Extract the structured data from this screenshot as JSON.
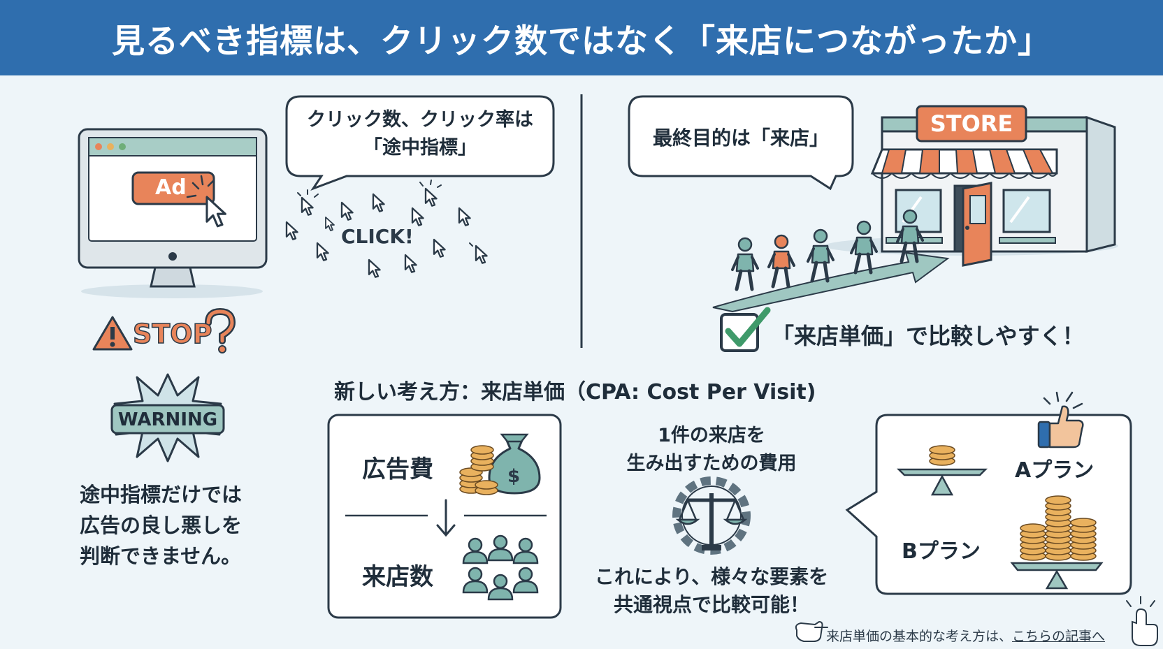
{
  "title": "見るべき指標は、クリック数ではなく「来店につながったか」",
  "left": {
    "ad_label": "Ad",
    "stop_label": "STOP",
    "warning_label": "WARNING",
    "note_lines": [
      "途中指標だけでは",
      "広告の良し悪しを",
      "判断できません。"
    ]
  },
  "click_panel": {
    "bubble_lines": [
      "クリック数、クリック率は",
      "「途中指標」"
    ],
    "click_label": "CLICK!"
  },
  "store_panel": {
    "bubble_text": "最終目的は「来店」",
    "store_sign": "STORE",
    "compare_text": "「来店単価」で比較しやすく！"
  },
  "concept": {
    "heading": "新しい考え方：来店単価（CPA: Cost Per Visit)",
    "ad_cost_label": "広告費",
    "visits_label": "来店数",
    "cost_lines": [
      "1件の来店を",
      "生み出すための費用"
    ],
    "compare_lines": [
      "これにより、様々な要素を",
      "共通視点で比較可能！"
    ],
    "plan_a": "Aプラン",
    "plan_b": "Bプラン"
  },
  "footer": {
    "text": "来店単価の基本的な考え方は、",
    "link": "こちらの記事へ"
  },
  "colors": {
    "header_bg": "#2f6eae",
    "accent_orange": "#e8845a",
    "teal": "#7fb4ad",
    "dark": "#2b3a48",
    "coin": "#e9b15e"
  }
}
